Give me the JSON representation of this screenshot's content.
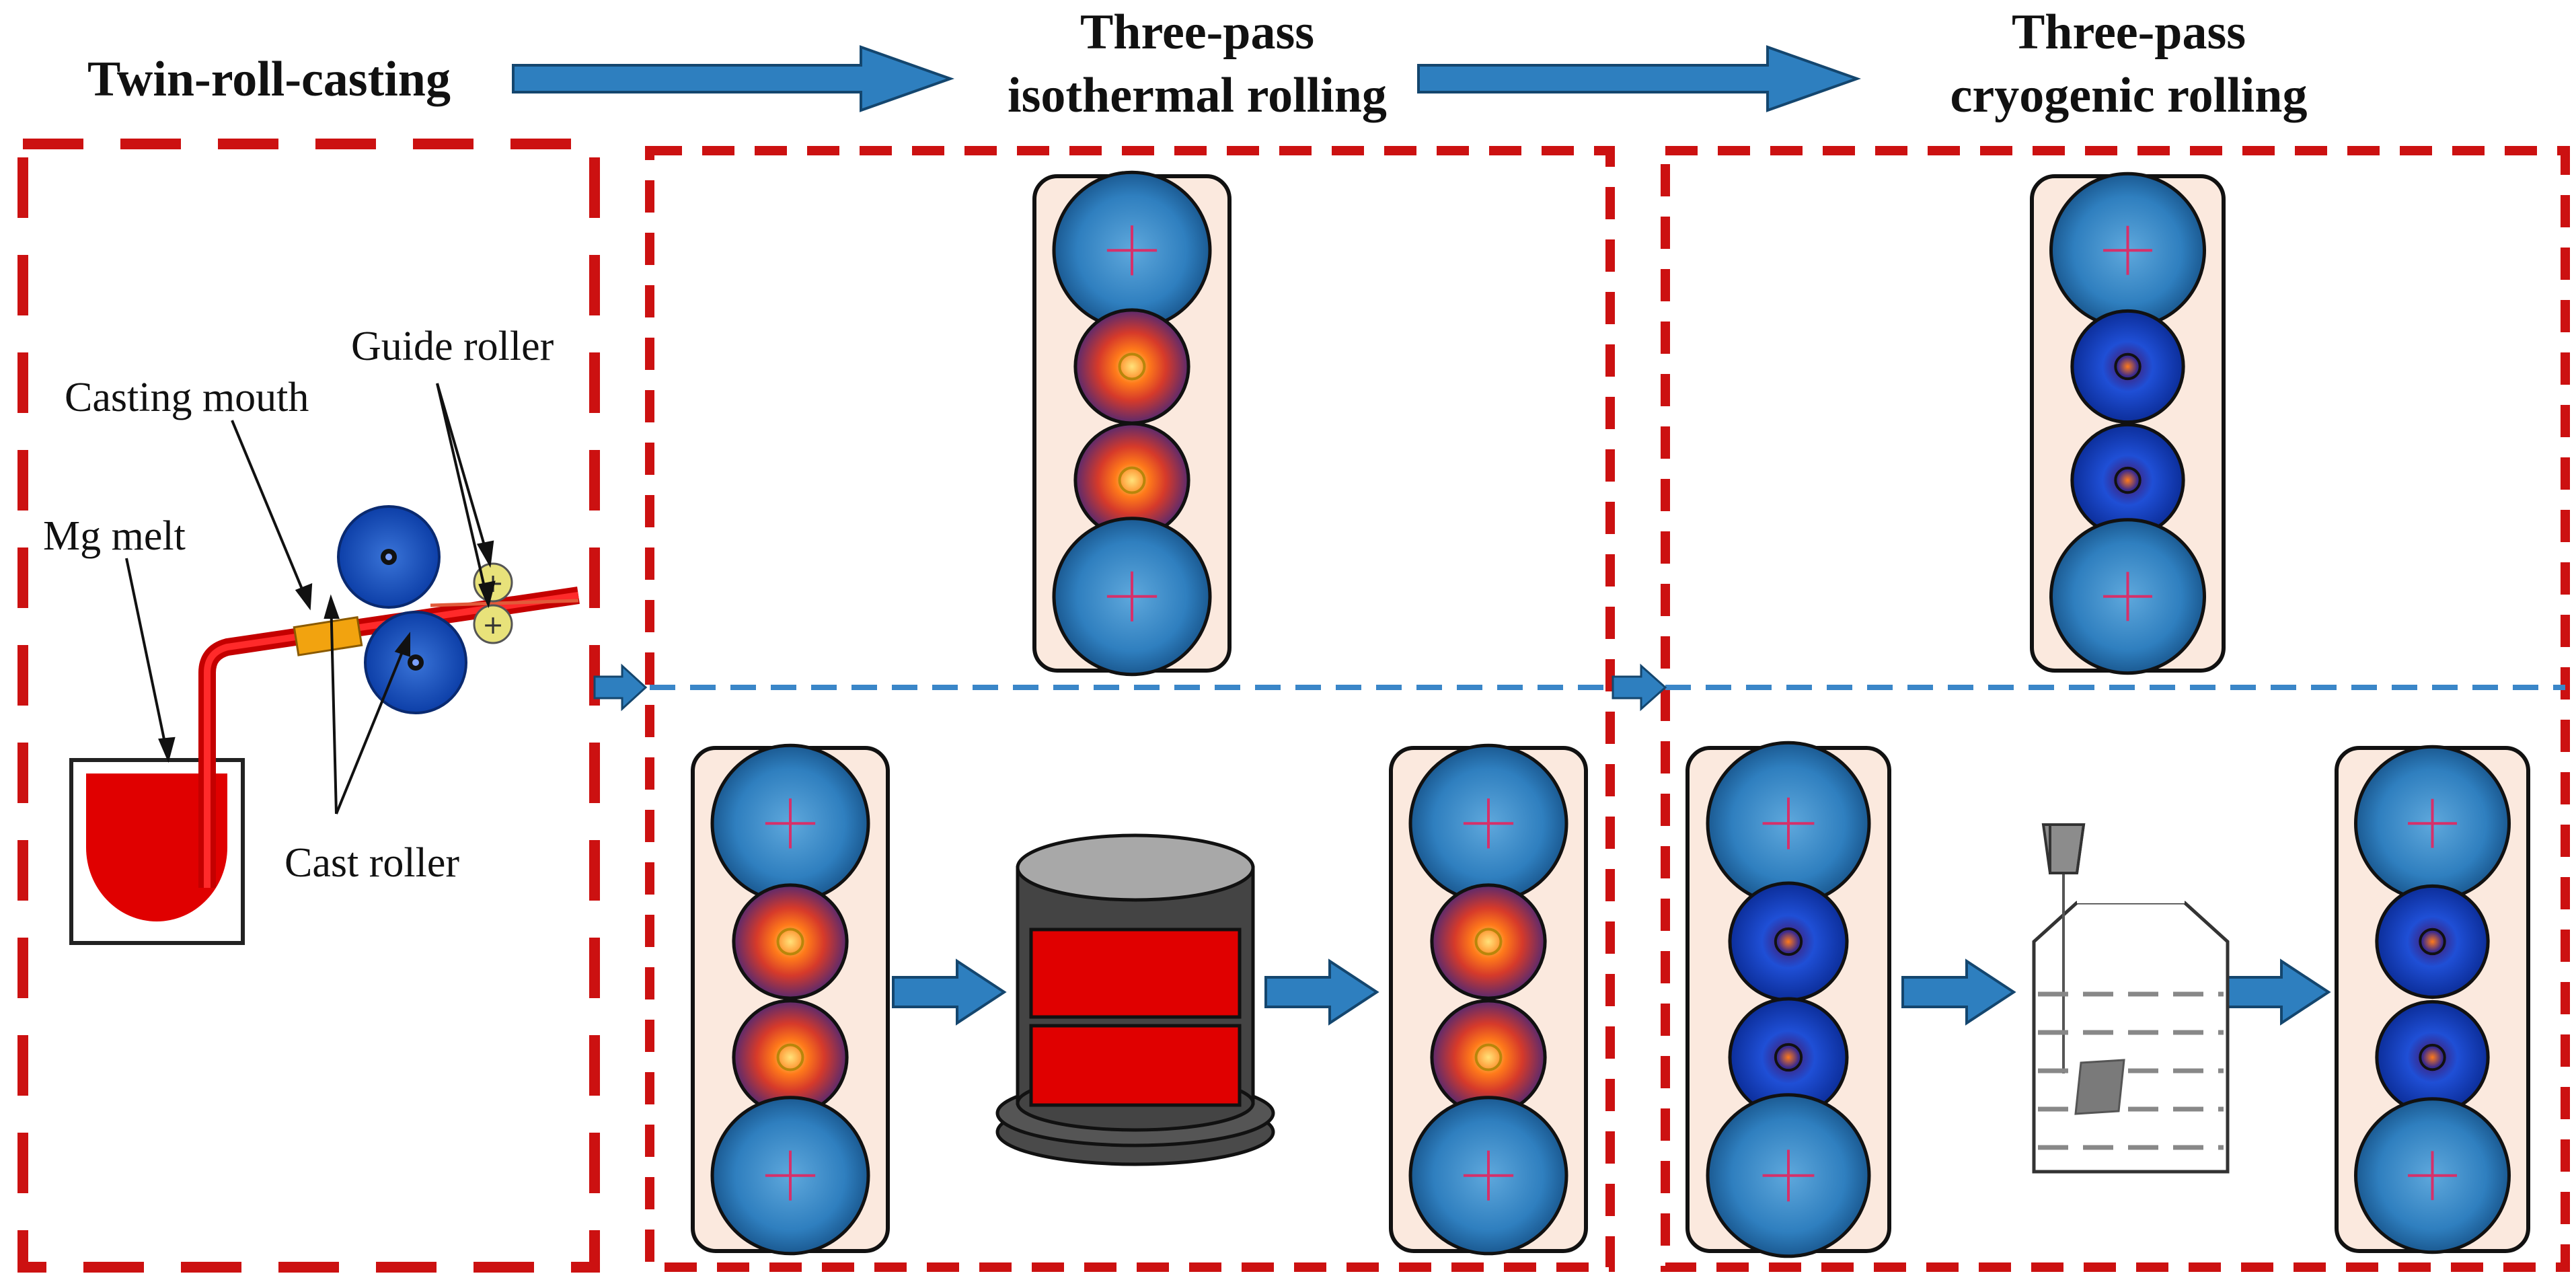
{
  "stages": {
    "casting_title": "Twin-roll-casting",
    "isothermal_title_1": "Three-pass",
    "isothermal_title_2": "isothermal rolling",
    "cryogenic_title_1": "Three-pass",
    "cryogenic_title_2": "cryogenic rolling"
  },
  "labels": {
    "guide_roller": "Guide roller",
    "casting_mouth": "Casting mouth",
    "mg_melt": "Mg melt",
    "cast_roller": "Cast roller"
  },
  "colors": {
    "dash_border": "#cc1111",
    "arrow": "#2e7fbf",
    "arrow_edge": "#14466e",
    "backup_roll": "#2f7fbf",
    "hot_work_roll": "#c0392b",
    "cold_work_roll": "#1f4fd6",
    "melt": "#e00000",
    "stand_bg": "#fbe9de",
    "axis_dash": "#3a86c8"
  }
}
